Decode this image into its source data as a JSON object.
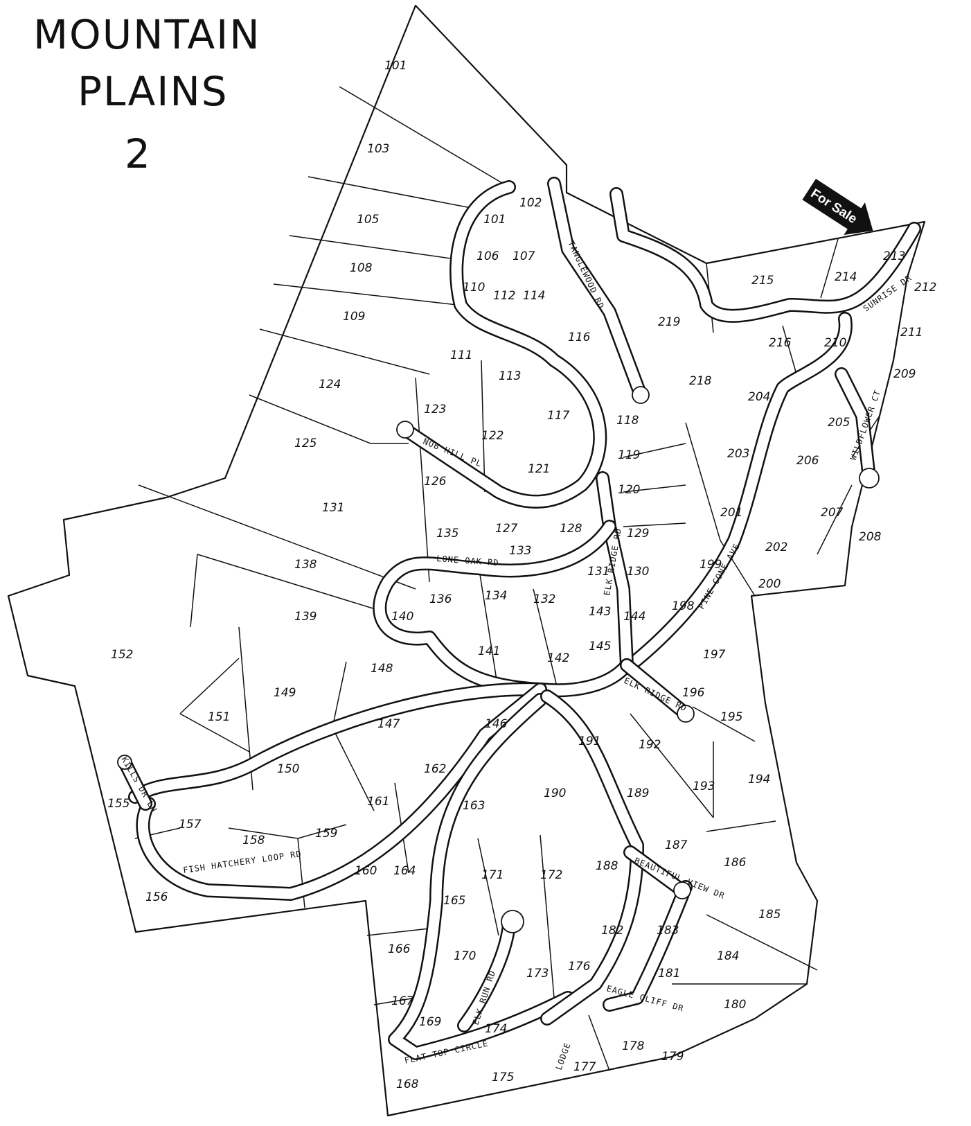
{
  "title": {
    "line1": "MOUNTAIN",
    "line2": "PLAINS",
    "line3": "2"
  },
  "badge": {
    "label": "For Sale",
    "color": "#111111"
  },
  "colors": {
    "ink": "#111111",
    "paper": "#ffffff"
  },
  "roads": [
    "TANGLEWOOD RD",
    "NOB HILL PL",
    "ELK RIDGE RD",
    "LONE OAK RD",
    "PINE CONE AVE",
    "WILDFLOWER CT",
    "SUNRISE DR",
    "ELK RIDGE RD",
    "KILLS DR LN",
    "FISH HATCHERY LOOP RD",
    "ELK RUN RD",
    "FLAT TOP CIRCLE",
    "BEAUTIFUL VIEW DR",
    "EAGLE CLIFF DR",
    "LODGE"
  ],
  "lots": [
    "101",
    "103",
    "105",
    "108",
    "109",
    "124",
    "125",
    "131",
    "138",
    "139",
    "152",
    "101",
    "102",
    "106",
    "107",
    "110",
    "112",
    "114",
    "111",
    "113",
    "116",
    "117",
    "118",
    "119",
    "120",
    "121",
    "122",
    "123",
    "126",
    "127",
    "128",
    "129",
    "130",
    "133",
    "135",
    "136",
    "134",
    "132",
    "131",
    "140",
    "141",
    "142",
    "143",
    "144",
    "145",
    "146",
    "147",
    "148",
    "149",
    "150",
    "151",
    "155",
    "156",
    "157",
    "158",
    "159",
    "160",
    "161",
    "162",
    "163",
    "164",
    "165",
    "166",
    "167",
    "168",
    "169",
    "170",
    "171",
    "172",
    "173",
    "174",
    "175",
    "176",
    "177",
    "178",
    "179",
    "180",
    "181",
    "182",
    "183",
    "184",
    "185",
    "186",
    "187",
    "188",
    "189",
    "190",
    "191",
    "192",
    "193",
    "194",
    "195",
    "196",
    "197",
    "198",
    "199",
    "200",
    "201",
    "202",
    "203",
    "204",
    "205",
    "206",
    "207",
    "208",
    "209",
    "210",
    "211",
    "212",
    "213",
    "214",
    "215",
    "216",
    "218",
    "219"
  ]
}
